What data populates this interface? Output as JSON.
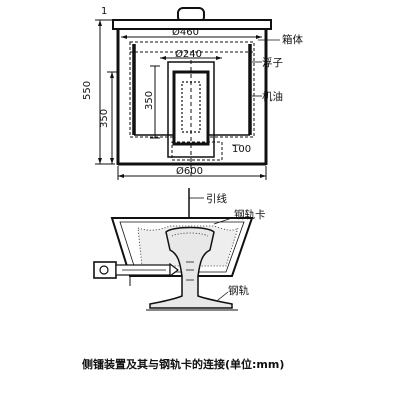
{
  "figure": {
    "caption": "侧镭装置及其与钢轨卡的连接(单位:mm)"
  },
  "tank_labels": {
    "box": "箱体",
    "float": "浮子",
    "oil": "机油"
  },
  "dimensions": {
    "outer_diameter": "Ø600",
    "top_diameter": "Ø460",
    "inner_diameter": "Ø240",
    "bottom_gap": "100",
    "total_height": "550",
    "lower_height": "350",
    "float_height": "350",
    "top_mark": "1"
  },
  "rail_labels": {
    "lead_wire": "引线",
    "rail_clamp": "钢轨卡",
    "rail": "钢轨"
  }
}
